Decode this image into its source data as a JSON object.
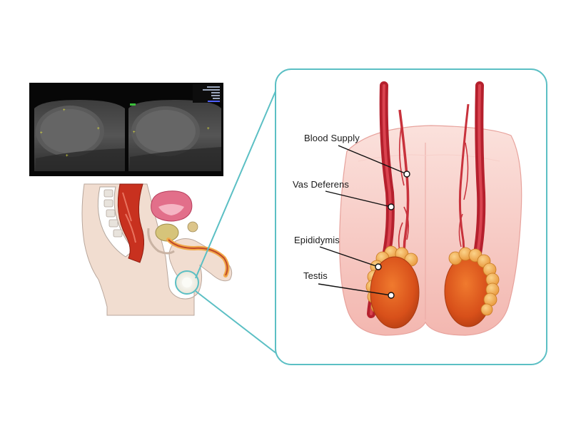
{
  "labels": {
    "blood_supply": "Blood Supply",
    "vas_deferens": "Vas Deferens",
    "epididymis": "Epididymis",
    "testis": "Testis"
  },
  "colors": {
    "frame": "#5bbfc4",
    "vessel": "#b5202d",
    "vessel_light": "#d9434f",
    "testis": "#d8501a",
    "epididymis": "#f0a447",
    "scrotum": "#f6c4bf",
    "ultrasound_bg": "#0b0b0b"
  },
  "icons": [
    "ultrasound-image",
    "pelvis-cross-section",
    "testes-anatomy"
  ]
}
